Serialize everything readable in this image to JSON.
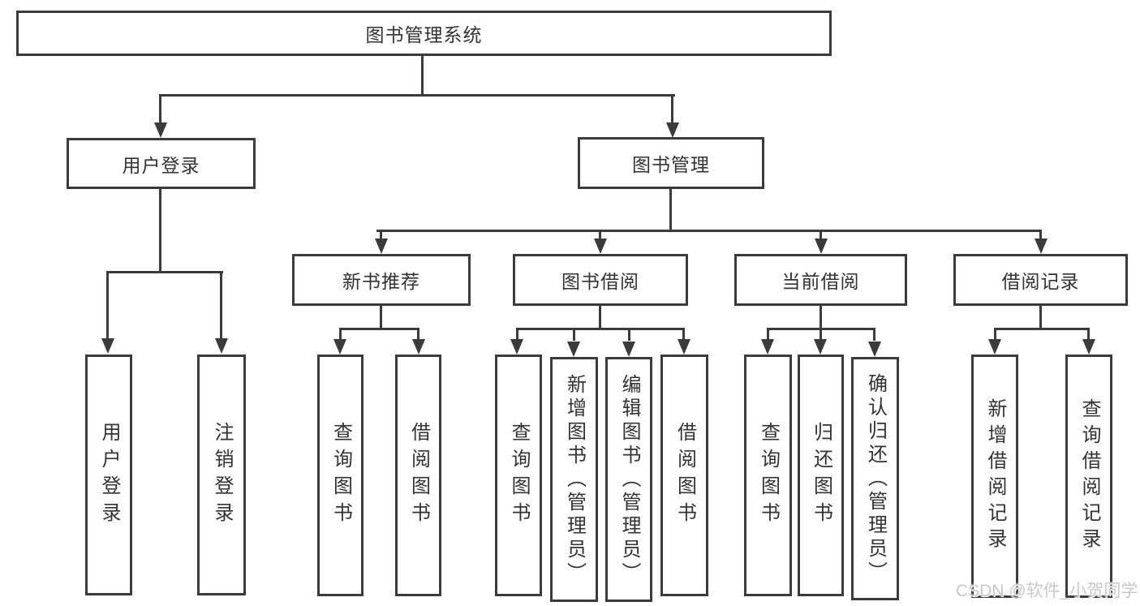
{
  "diagram": {
    "root": "图书管理系统",
    "branches": [
      {
        "label": "用户登录",
        "children": [
          "用户登录",
          "注销登录"
        ]
      },
      {
        "label": "图书管理",
        "groups": [
          {
            "label": "新书推荐",
            "children": [
              "查询图书",
              "借阅图书"
            ]
          },
          {
            "label": "图书借阅",
            "children": [
              "查询图书",
              "新增图书（管理员）",
              "编辑图书（管理员）",
              "借阅图书"
            ]
          },
          {
            "label": "当前借阅",
            "children": [
              "查询图书",
              "归还图书",
              "确认归还（管理员）"
            ]
          },
          {
            "label": "借阅记录",
            "children": [
              "新增借阅记录",
              "查询借阅记录"
            ]
          }
        ]
      }
    ]
  },
  "watermark": "CSDN @软件_小贺同学",
  "colors": {
    "line": "#3b3b3b",
    "text": "#333333",
    "watermark": "#c9c9c9",
    "background": "#ffffff"
  }
}
